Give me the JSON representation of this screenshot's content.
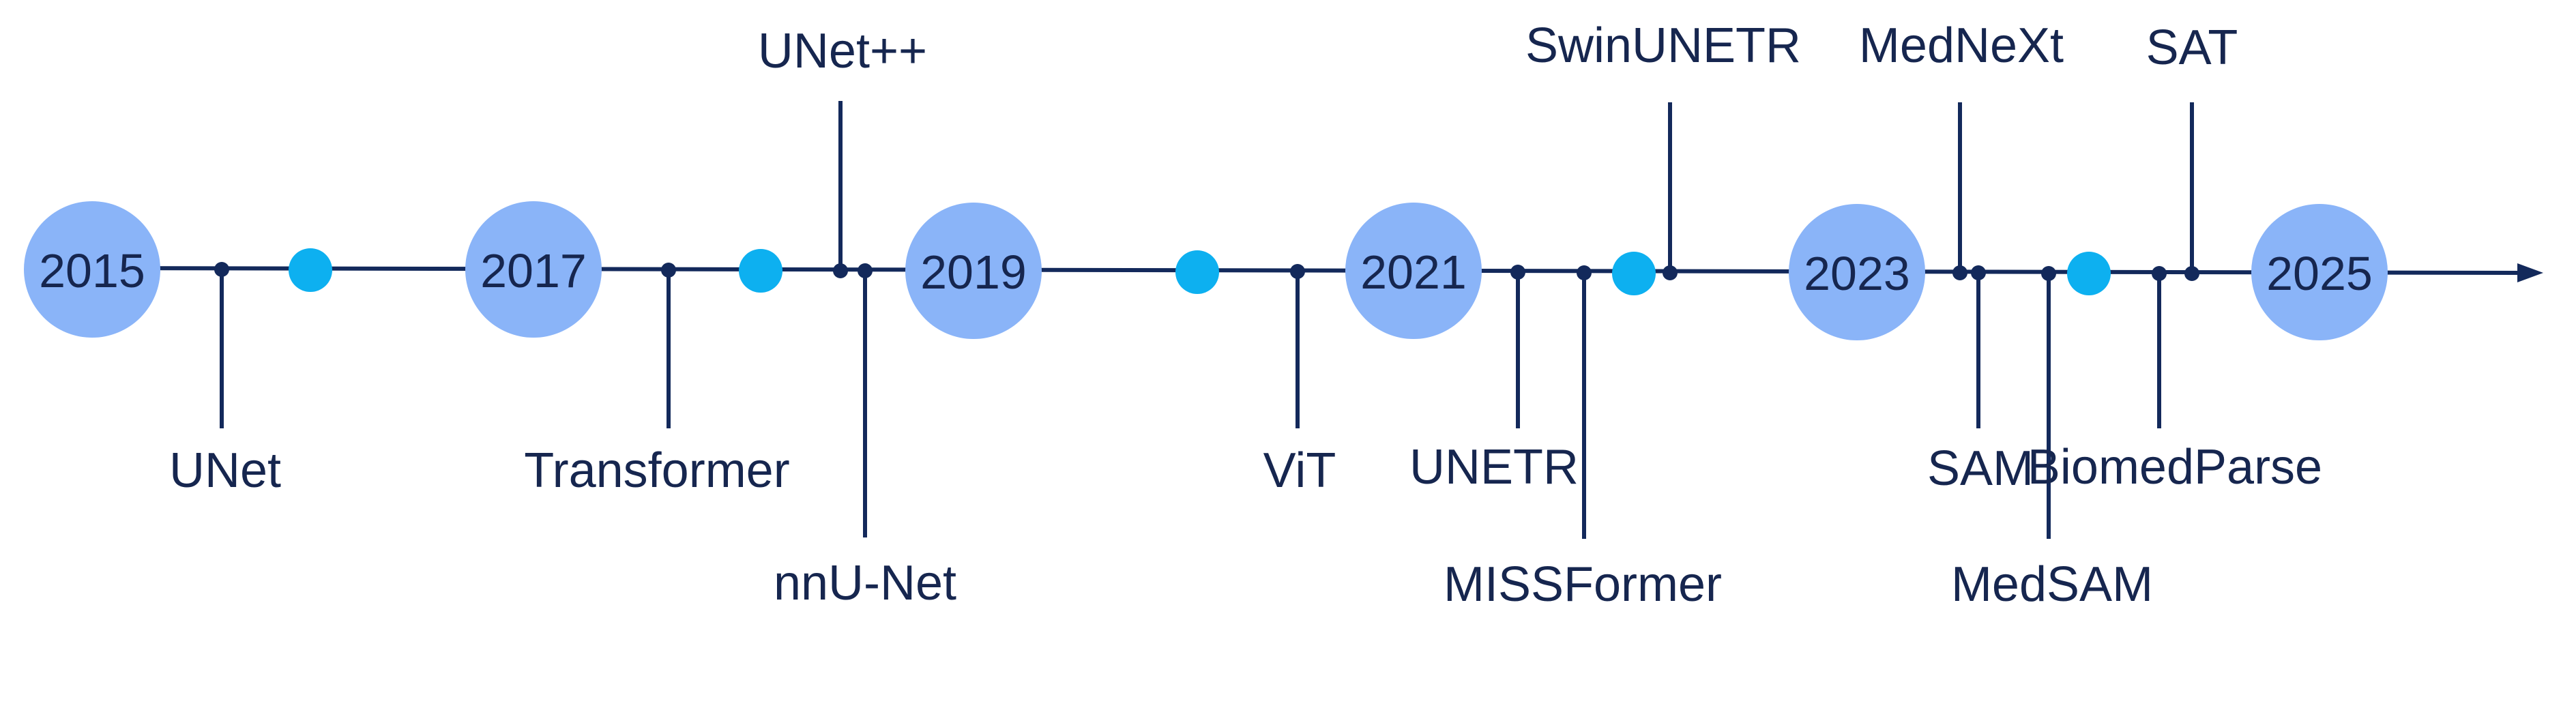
{
  "colors": {
    "line": "#13295b",
    "year_circle": "#8ab4f8",
    "dot": "#0db0f0",
    "text": "#16264f"
  },
  "years": [
    "2015",
    "2017",
    "2019",
    "2021",
    "2023",
    "2025"
  ],
  "milestones": [
    {
      "name": "UNet",
      "side": "below"
    },
    {
      "name": "Transformer",
      "side": "below"
    },
    {
      "name": "UNet++",
      "side": "above"
    },
    {
      "name": "nnU-Net",
      "side": "below"
    },
    {
      "name": "ViT",
      "side": "below"
    },
    {
      "name": "UNETR",
      "side": "below"
    },
    {
      "name": "MISSFormer",
      "side": "below"
    },
    {
      "name": "SwinUNETR",
      "side": "above"
    },
    {
      "name": "MedNeXt",
      "side": "above"
    },
    {
      "name": "SAM",
      "side": "below"
    },
    {
      "name": "MedSAM",
      "side": "below"
    },
    {
      "name": "BiomedParse",
      "side": "below"
    },
    {
      "name": "SAT",
      "side": "above"
    }
  ]
}
